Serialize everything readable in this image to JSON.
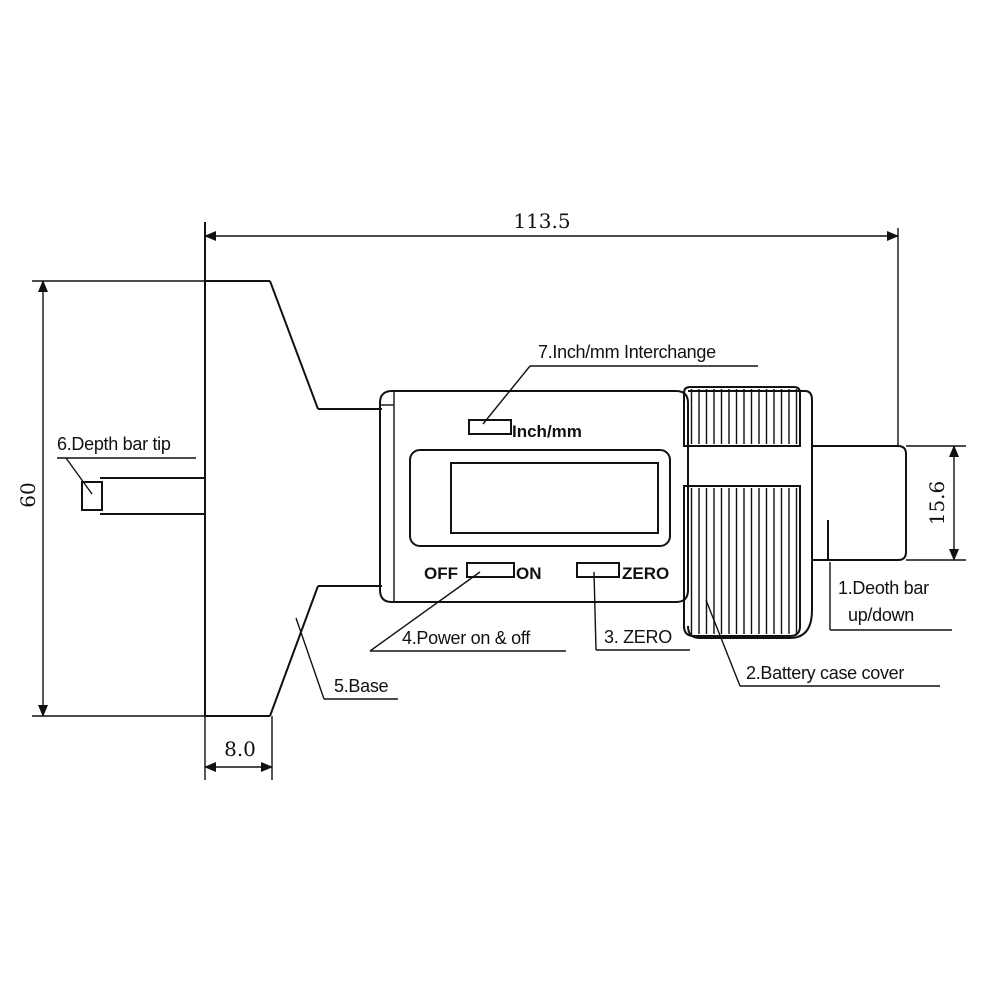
{
  "dimensions": {
    "overall_length": "113.5",
    "height": "60",
    "depth_bar_width": "15.6",
    "base_thickness": "8.0"
  },
  "labels": {
    "depth_bar_updown_line1": "1.Deoth bar",
    "depth_bar_updown_line2": "up/down",
    "battery_case_cover": "2.Battery case cover",
    "zero": "3. ZERO",
    "power": "4.Power on & off",
    "base": "5.Base",
    "depth_bar_tip": "6.Depth bar tip",
    "inch_mm_interchange": "7.Inch/mm Interchange"
  },
  "switches": {
    "inch_mm": "Inch/mm",
    "off": "OFF",
    "on": "ON",
    "zero": "ZERO"
  },
  "colors": {
    "line": "#111111",
    "background": "#ffffff"
  }
}
